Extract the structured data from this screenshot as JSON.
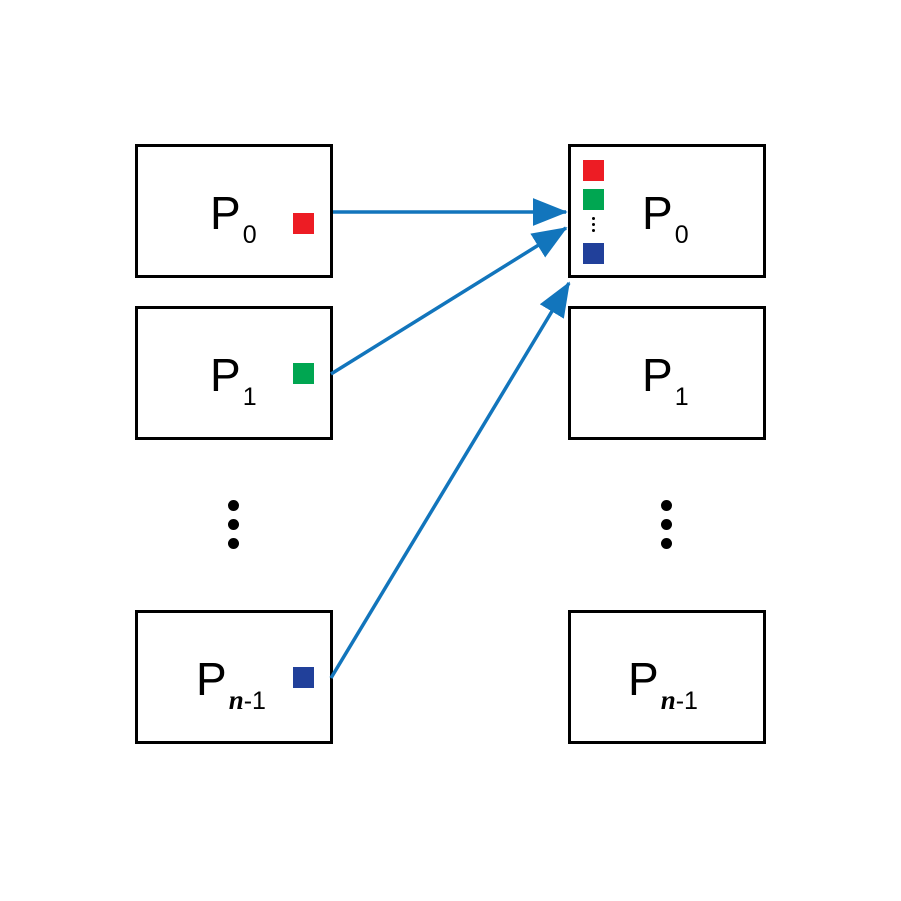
{
  "diagram": {
    "source_column": [
      {
        "main": "P",
        "sub": "0",
        "sub_italic_part": "",
        "block": "red"
      },
      {
        "main": "P",
        "sub": "1",
        "sub_italic_part": "",
        "block": "green"
      },
      {
        "main": "P",
        "sub": "-1",
        "sub_italic_part": "n",
        "block": "blue"
      }
    ],
    "target_column": [
      {
        "main": "P",
        "sub": "0",
        "sub_italic_part": ""
      },
      {
        "main": "P",
        "sub": "1",
        "sub_italic_part": ""
      },
      {
        "main": "P",
        "sub": "-1",
        "sub_italic_part": "n"
      }
    ],
    "gathered_blocks": [
      "red",
      "green",
      "blue"
    ],
    "colors": {
      "red": "#ed1c24",
      "green": "#00a651",
      "blue": "#21409a",
      "arrow": "#1275bc",
      "border": "#000000"
    }
  }
}
